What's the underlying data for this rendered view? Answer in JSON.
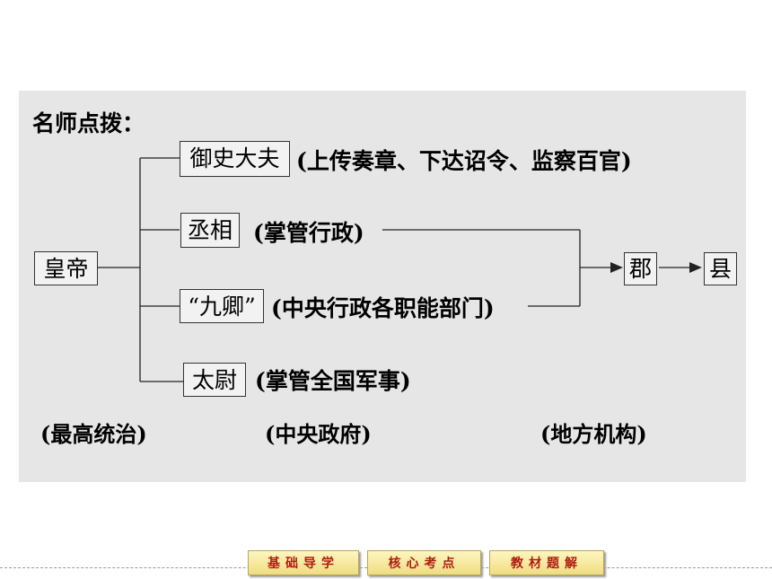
{
  "title": "名师点拨：",
  "emperor": "皇帝",
  "officials": [
    {
      "name": "御史大夫",
      "desc": "(上传奏章、下达诏令、监察百官)"
    },
    {
      "name": "丞相",
      "desc": "(掌管行政)"
    },
    {
      "name": "“九卿”",
      "desc": "(中央行政各职能部门)"
    },
    {
      "name": "太尉",
      "desc": "(掌管全国军事)"
    }
  ],
  "local": {
    "commandery": "郡",
    "county": "县"
  },
  "captions": {
    "top": "(最高统治)",
    "central": "(中央政府)",
    "local": "(地方机构)"
  },
  "nav": {
    "basic": "基础导学",
    "core": "核心考点",
    "textbook": "教材题解"
  },
  "colors": {
    "panel": "#e6e6e6",
    "nav_text": "#b01c10",
    "nav_bg": "#f6e9a0"
  }
}
